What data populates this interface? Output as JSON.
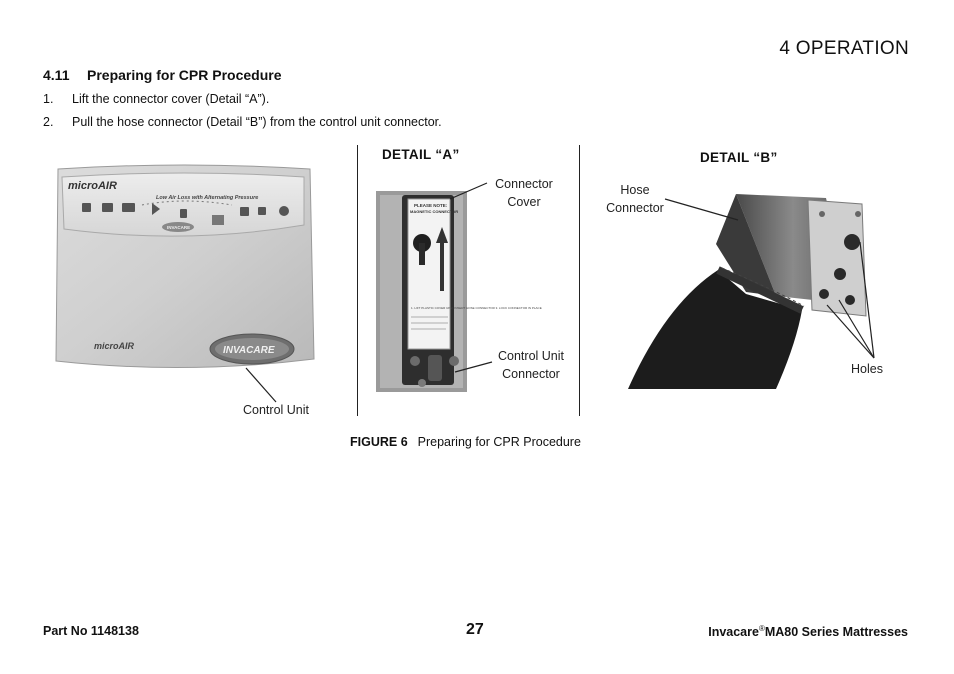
{
  "header": {
    "chapter": "4 OPERATION"
  },
  "section": {
    "number": "4.11",
    "title": "Preparing for CPR Procedure",
    "steps": [
      {
        "num": "1.",
        "text": "Lift the connector cover (Detail “A”)."
      },
      {
        "num": "2.",
        "text": "Pull the hose connector (Detail “B”) from the control unit connector."
      }
    ]
  },
  "figure": {
    "label": "FIGURE 6",
    "caption": "Preparing for CPR Procedure",
    "detail_a_title": "DETAIL “A”",
    "detail_b_title": "DETAIL “B”",
    "callouts": {
      "control_unit": "Control Unit",
      "connector_cover_1": "Connector",
      "connector_cover_2": "Cover",
      "control_unit_connector_1": "Control Unit",
      "control_unit_connector_2": "Connector",
      "hose_connector_1": "Hose",
      "hose_connector_2": "Connector",
      "holes": "Holes"
    },
    "device_labels": {
      "brand": "microAIR",
      "panel_title": "Low Air Loss with Alternating Pressure",
      "maker": "INVACARE",
      "cover_note_1": "PLEASE NOTE:",
      "cover_note_2": "MAGNETIC CONNECTOR",
      "cover_steps": "1. LIFT PLASTIC COVER UP  2. INSERT HOSE CONNECTOR  3. LOCK CONNECTOR IN PLACE"
    }
  },
  "footer": {
    "part_no": "Part No 1148138",
    "page": "27",
    "brand": "Invacare",
    "reg": "®",
    "product": "MA80 Series Mattresses"
  }
}
